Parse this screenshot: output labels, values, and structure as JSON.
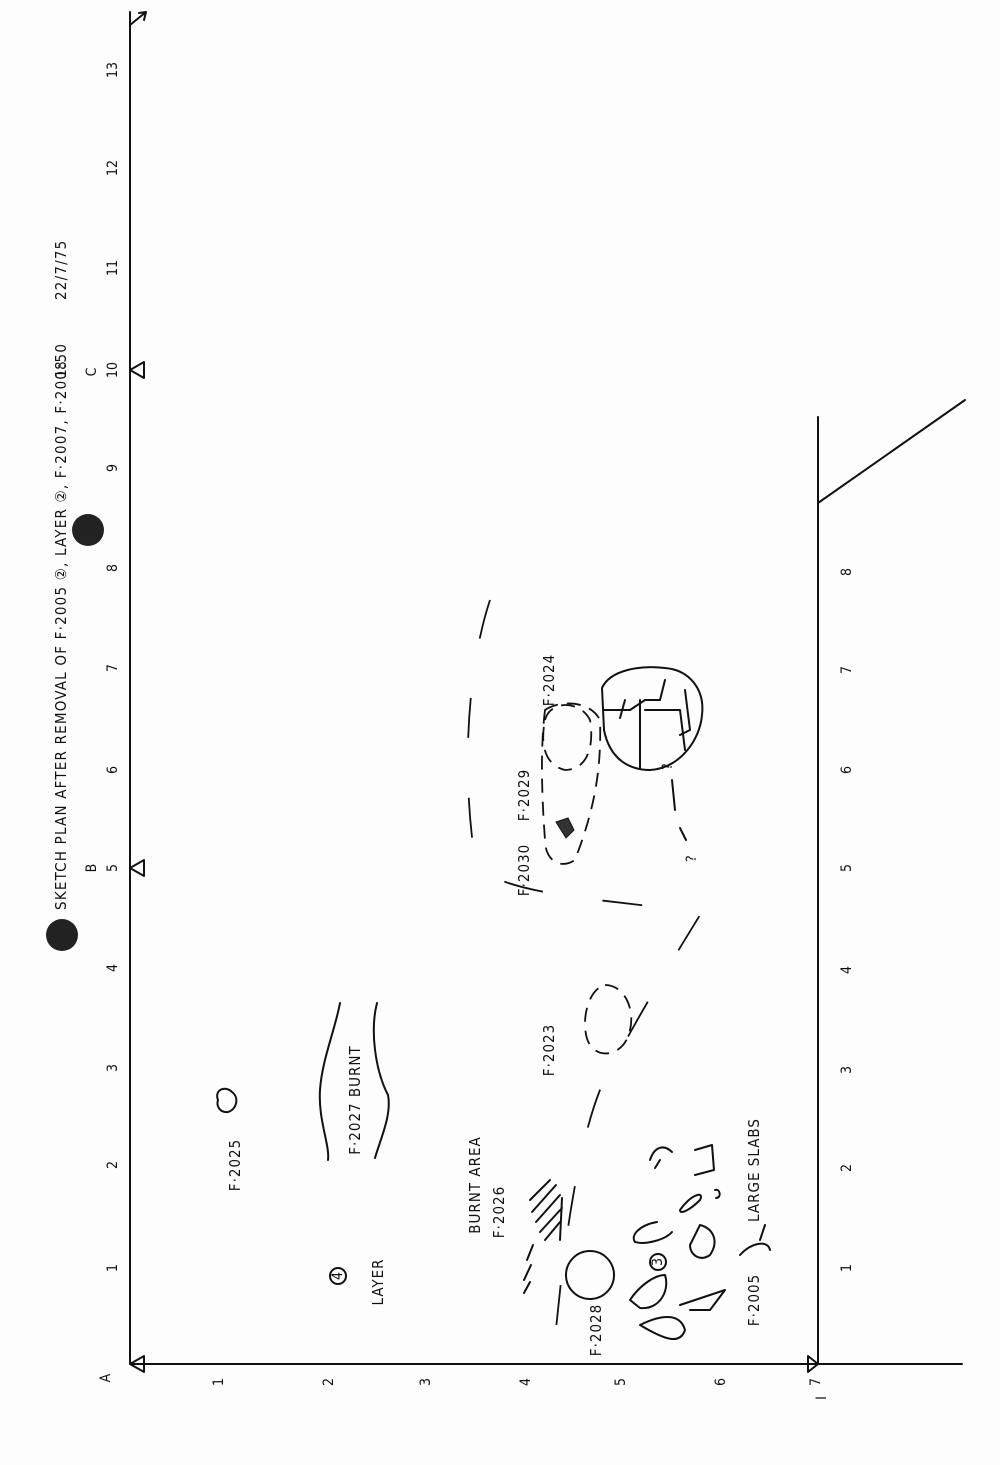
{
  "title": "SKETCH PLAN AFTER REMOVAL OF F·2005 ②, LAYER ②, F·2007, F·2008",
  "scale": "1:50",
  "date": "22/7/75",
  "grid": {
    "top_axis": [
      "13",
      "12",
      "11",
      "10",
      "9",
      "8",
      "7",
      "6",
      "5",
      "4",
      "3",
      "2",
      "1"
    ],
    "bottom_axis": [
      "8",
      "7",
      "6",
      "5",
      "4",
      "3",
      "2",
      "1"
    ],
    "left_axis": [
      "1",
      "2",
      "3",
      "4",
      "5",
      "6",
      "7"
    ],
    "station_letters": [
      "A",
      "B",
      "C"
    ],
    "corner_label": "I"
  },
  "features": {
    "f2025": "F·2025",
    "layer4_marker": "4",
    "layer": "LAYER",
    "f2027": "F·2027  BURNT",
    "burnt_area": "BURNT AREA",
    "f2026": "F·2026",
    "f2023": "F·2023",
    "f2030": "F·2030",
    "f2029": "F·2029",
    "f2024": "F·2024",
    "f2028": "F·2028",
    "f2005": "F·2005",
    "large_slabs": "LARGE  SLABS",
    "layer3_marker": "3",
    "query1": "?",
    "query2": "?"
  },
  "colors": {
    "ink": "#111111",
    "paper": "#fdfdfd",
    "redaction": "#222222"
  }
}
